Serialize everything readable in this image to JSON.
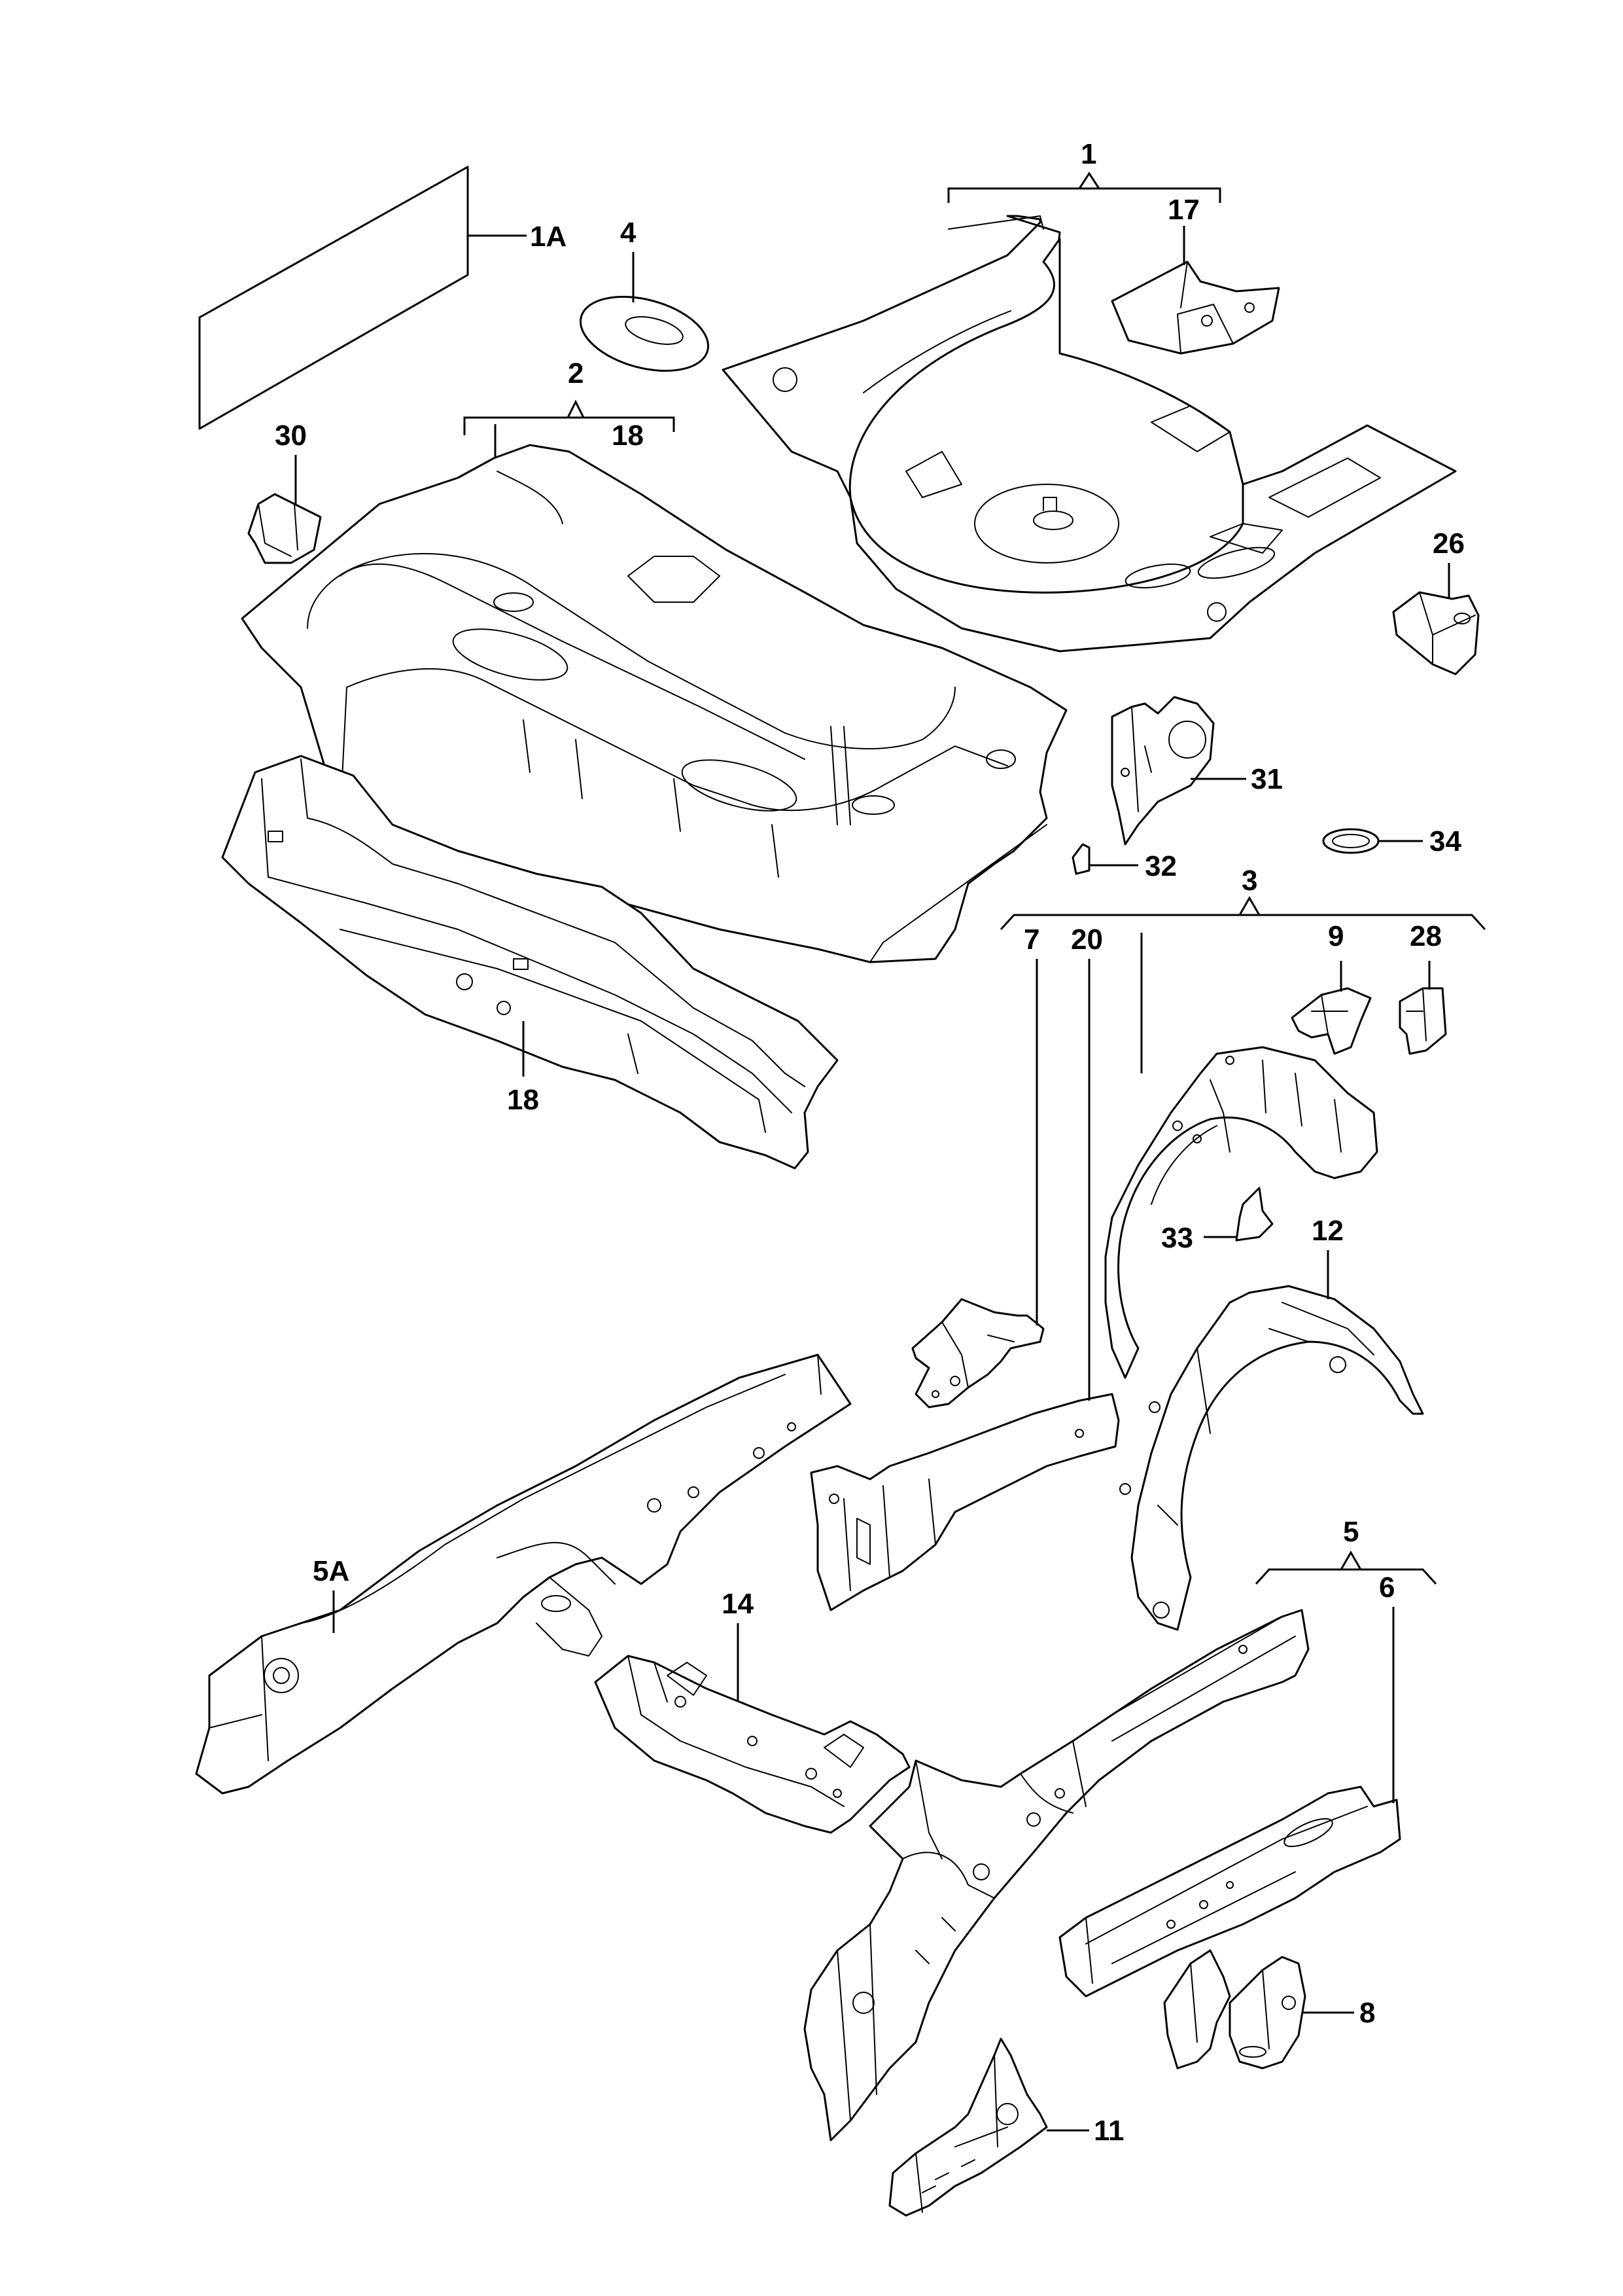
{
  "diagram": {
    "colors": {
      "line": "#000000",
      "background": "#ffffff"
    },
    "callouts": {
      "c1": "1",
      "c1a": "1A",
      "c2": "2",
      "c3": "3",
      "c4": "4",
      "c5": "5",
      "c5a": "5A",
      "c6": "6",
      "c7": "7",
      "c8": "8",
      "c9": "9",
      "c11": "11",
      "c12": "12",
      "c14": "14",
      "c17": "17",
      "c18a": "18",
      "c18b": "18",
      "c20": "20",
      "c26": "26",
      "c28": "28",
      "c30": "30",
      "c31": "31",
      "c32": "32",
      "c33": "33",
      "c34": "34"
    }
  }
}
